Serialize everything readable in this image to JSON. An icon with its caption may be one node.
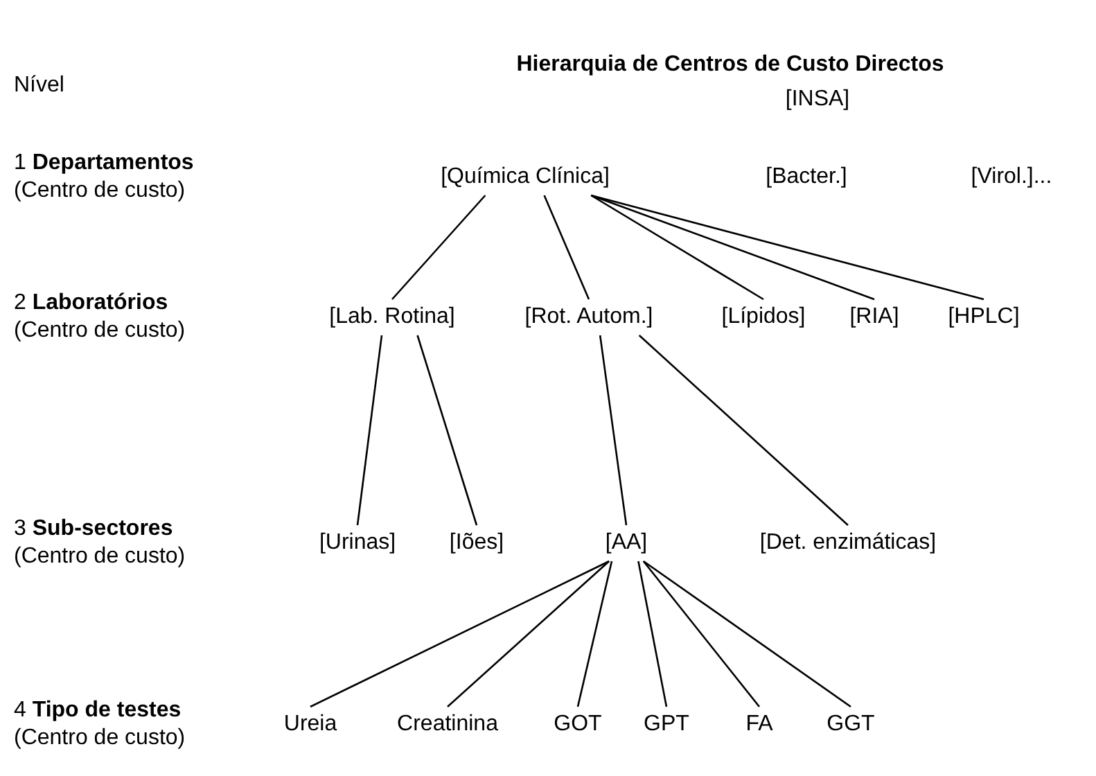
{
  "diagram": {
    "title": "Hierarquia de Centros de Custo Directos",
    "nodes": [
      {
        "text": [
          "[INSA]"
        ]
      },
      {
        "text": [
          "[Química Clínica]"
        ]
      },
      {
        "text": [
          "[Bacter.]"
        ]
      },
      {
        "text": [
          "[Virol.]..."
        ]
      },
      {
        "text": [
          "[Lab. Rotina]"
        ]
      },
      {
        "text": [
          "[Rot. Autom.]"
        ]
      },
      {
        "text": [
          "[Lípidos]"
        ]
      },
      {
        "text": [
          "[RIA]"
        ]
      },
      {
        "text": [
          "[HPLC]"
        ]
      },
      {
        "text": [
          "[Urinas]"
        ]
      },
      {
        "text": [
          "[Iões]"
        ]
      },
      {
        "text": [
          "[AA]"
        ]
      },
      {
        "text": [
          "[Det. enzimáticas]"
        ]
      },
      {
        "text": [
          "Ureia"
        ]
      },
      {
        "text": [
          "Creatinina"
        ]
      },
      {
        "text": [
          "GOT"
        ]
      },
      {
        "text": [
          "GPT"
        ]
      },
      {
        "text": [
          "FA"
        ]
      },
      {
        "text": [
          "GGT"
        ]
      }
    ],
    "edges": [
      {
        "from": 1,
        "to": 4,
        "arrow": "none"
      },
      {
        "from": 1,
        "to": 5,
        "arrow": "none"
      },
      {
        "from": 1,
        "to": 6,
        "arrow": "none"
      },
      {
        "from": 1,
        "to": 7,
        "arrow": "none"
      },
      {
        "from": 1,
        "to": 8,
        "arrow": "none"
      },
      {
        "from": 4,
        "to": 9,
        "arrow": "none"
      },
      {
        "from": 4,
        "to": 10,
        "arrow": "none"
      },
      {
        "from": 5,
        "to": 11,
        "arrow": "none"
      },
      {
        "from": 5,
        "to": 12,
        "arrow": "none"
      },
      {
        "from": 11,
        "to": 13,
        "arrow": "none"
      },
      {
        "from": 11,
        "to": 14,
        "arrow": "none"
      },
      {
        "from": 11,
        "to": 15,
        "arrow": "none"
      },
      {
        "from": 11,
        "to": 16,
        "arrow": "none"
      },
      {
        "from": 11,
        "to": 17,
        "arrow": "none"
      },
      {
        "from": 11,
        "to": 18,
        "arrow": "none"
      }
    ],
    "labels": [
      "Nível",
      "1 **Departamentos**",
      "(Centro de custo)",
      "2 **Laboratórios**",
      "(Centro de custo)",
      "3 **Sub-sectores**",
      "(Centro de custo)",
      "4 **Tipo de testes**",
      "(Centro de custo)"
    ]
  }
}
